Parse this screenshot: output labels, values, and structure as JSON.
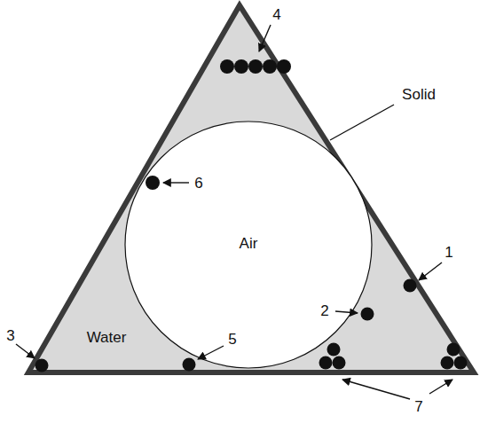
{
  "diagram": {
    "nodes": [
      {
        "text": [
          "Air"
        ]
      }
    ],
    "labels": [
      "4",
      "Solid",
      "6",
      "1",
      "2",
      "3",
      "Water",
      "5",
      "7"
    ]
  }
}
